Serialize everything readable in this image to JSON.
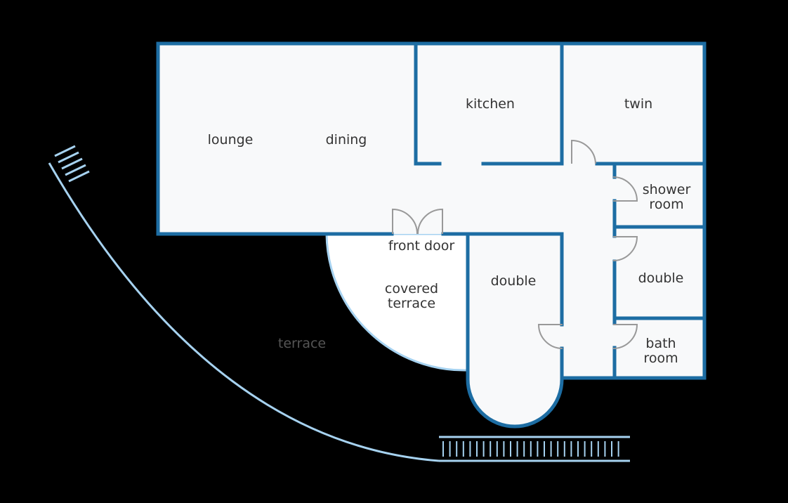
{
  "colors": {
    "background": "#000000",
    "floor": "#f8f9fa",
    "wall": "#1d6da3",
    "terrace_line": "#a6d2f0",
    "covered_terrace": "#ffffff",
    "door": "#999999",
    "label": "#333333",
    "terrace_label": "#555555"
  },
  "labels": {
    "lounge": "lounge",
    "dining": "dining",
    "kitchen": "kitchen",
    "twin": "twin",
    "shower_room": [
      "shower",
      "room"
    ],
    "double_right": "double",
    "bath_room": [
      "bath",
      "room"
    ],
    "double_center": "double",
    "front_door": "front door",
    "covered_terrace": [
      "covered",
      "terrace"
    ],
    "terrace": "terrace"
  }
}
